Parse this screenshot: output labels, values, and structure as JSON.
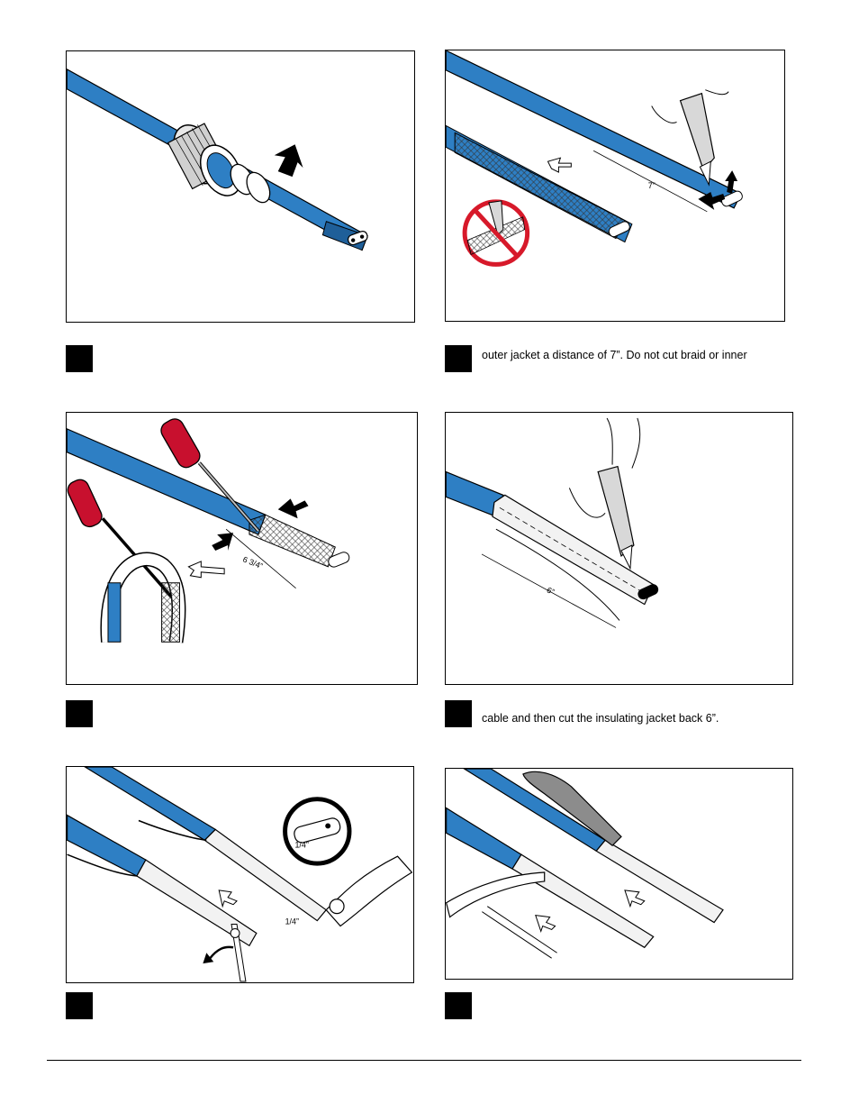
{
  "colors": {
    "cable_blue": "#2e7fc4",
    "cable_blue_dark": "#1f5f99",
    "handle_red": "#c8102e",
    "prohibit_red": "#d7192a",
    "jacket_gray": "#8c8c8c"
  },
  "steps": [
    {
      "caption": ""
    },
    {
      "caption": "outer jacket a distance of 7”. Do not cut braid or inner",
      "dimension": "7”"
    },
    {
      "caption": "",
      "dimension": "6 3/4”"
    },
    {
      "caption": "cable and then cut the insulating jacket back 6”.",
      "dimension": "6”"
    },
    {
      "caption": "",
      "dimensions": [
        "1/4”",
        "1/4”"
      ]
    },
    {
      "caption": ""
    }
  ],
  "icons": {
    "push_arrow": "push-arrow-icon",
    "prohibited": "prohibited-icon",
    "direction_arrow": "direction-arrow-icon"
  }
}
